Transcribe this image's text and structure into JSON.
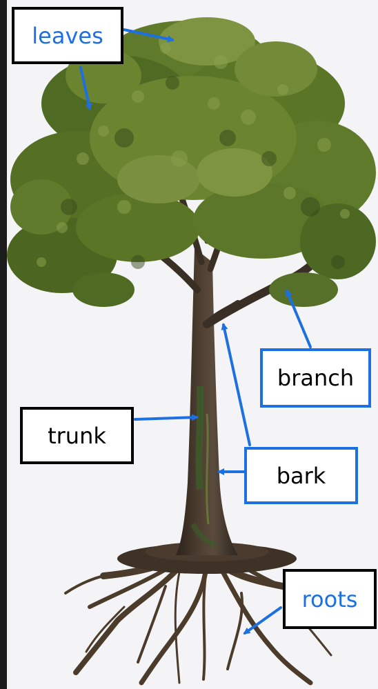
{
  "labels": {
    "leaves": "leaves",
    "branch": "branch",
    "trunk": "trunk",
    "bark": "bark",
    "roots": "roots"
  },
  "colors": {
    "arrow": "#1e6fe0",
    "text_blue": "#1e6fe0",
    "text_black": "#000000",
    "leaf_dark": "#3f5a1f",
    "leaf_mid": "#5f7a2a",
    "leaf_light": "#7e9440",
    "bark_dark": "#3a2f24",
    "bark_mid": "#4e4035",
    "moss": "#3d5a2a",
    "root": "#4b3b2b",
    "background": "#f4f4f6"
  }
}
